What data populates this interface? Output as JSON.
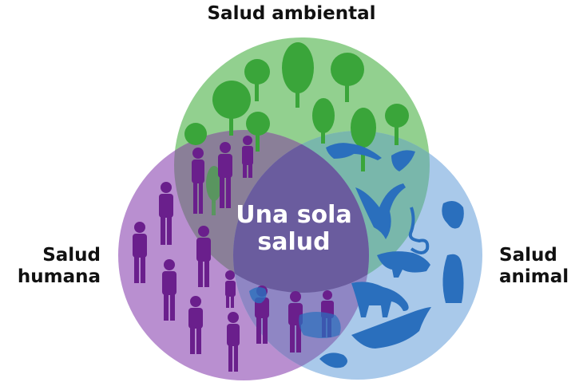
{
  "labels": {
    "environmental": "Salud ambiental",
    "human_line1": "Salud",
    "human_line2": "humana",
    "animal_line1": "Salud",
    "animal_line2": "animal"
  },
  "center": {
    "line1": "Una sola",
    "line2": "salud"
  },
  "colors": {
    "green_circle": "#92d08f",
    "purple_circle": "#b98fd0",
    "blue_circle": "#a9c9ea",
    "center_circle": "#6a5c9e",
    "tree": "#3aa53a",
    "person": "#6a1f8c",
    "animal": "#2a6fbd"
  }
}
